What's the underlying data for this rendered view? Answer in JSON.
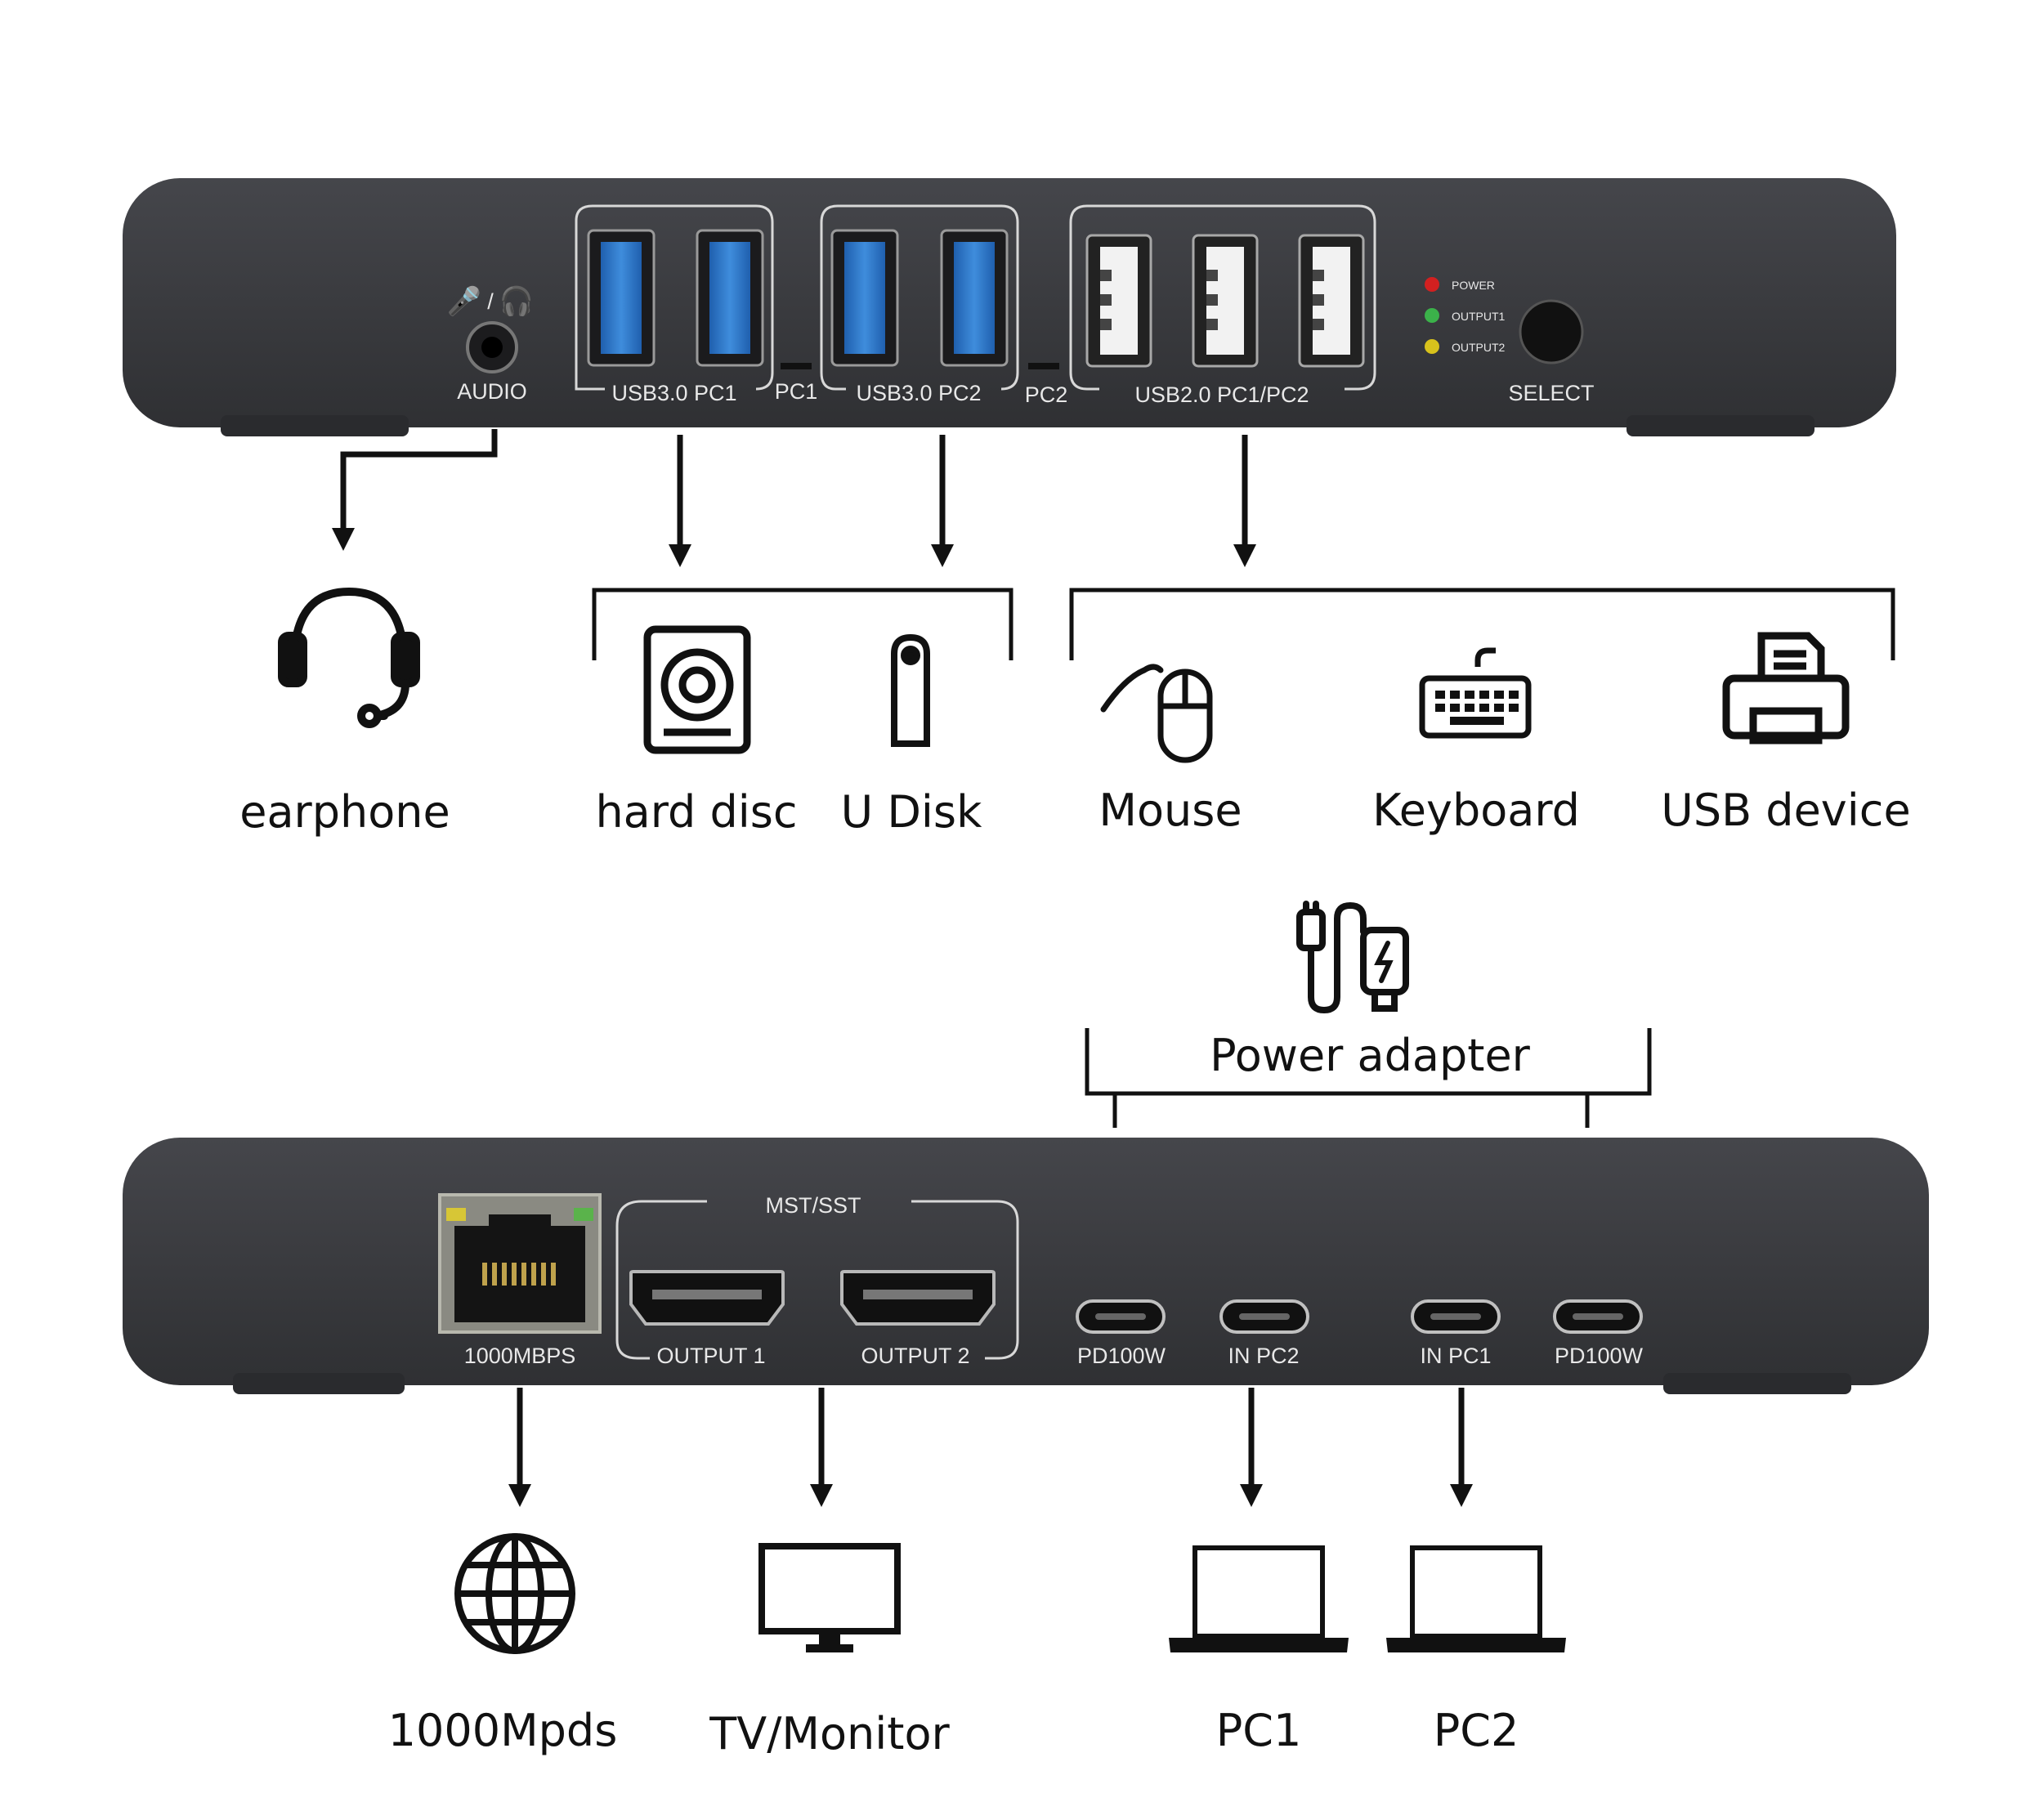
{
  "top_panel": {
    "audio": {
      "label": "AUDIO",
      "icon_text": "/"
    },
    "usb3_pc1": {
      "label": "USB3.0 PC1"
    },
    "pc1_indicator": {
      "label": "PC1"
    },
    "usb3_pc2": {
      "label": "USB3.0 PC2"
    },
    "pc2_indicator": {
      "label": "PC2"
    },
    "usb2": {
      "label": "USB2.0 PC1/PC2"
    },
    "leds": [
      {
        "label": "POWER",
        "color": "#d22020"
      },
      {
        "label": "OUTPUT1",
        "color": "#3bb24a"
      },
      {
        "label": "OUTPUT2",
        "color": "#d8c21c"
      }
    ],
    "select": {
      "label": "SELECT"
    }
  },
  "devices_top": {
    "earphone": "earphone",
    "hard_disc": "hard disc",
    "u_disk": "U Disk",
    "mouse": "Mouse",
    "keyboard": "Keyboard",
    "usb_device": "USB device"
  },
  "power_adapter": {
    "label": "Power adapter"
  },
  "bottom_panel": {
    "ethernet": {
      "label": "1000MBPS"
    },
    "mst_group": {
      "label": "MST/SST"
    },
    "output1": {
      "label": "OUTPUT 1"
    },
    "output2": {
      "label": "OUTPUT 2"
    },
    "pd_left": {
      "label": "PD100W"
    },
    "in_pc2": {
      "label": "IN PC2"
    },
    "in_pc1": {
      "label": "IN PC1"
    },
    "pd_right": {
      "label": "PD100W"
    }
  },
  "devices_bottom": {
    "network": "1000Mpds",
    "monitor": "TV/Monitor",
    "pc1": "PC1",
    "pc2": "PC2"
  },
  "colors": {
    "panel": "#3b3c40",
    "panel_edge": "#26272a",
    "usb3_blue": "#2a6fc0",
    "usb2_white": "#f2f2f2",
    "ink": "#111111"
  }
}
